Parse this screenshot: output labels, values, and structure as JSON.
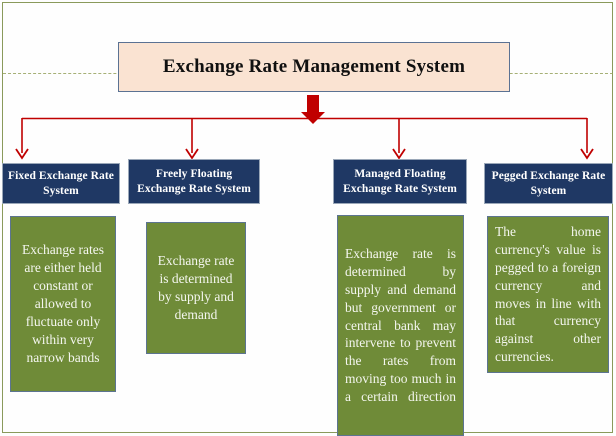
{
  "diagram": {
    "title": "Exchange Rate Management System",
    "colors": {
      "title_fill": "#FAE3D2",
      "title_border": "#5B7293",
      "header_fill": "#1F3864",
      "header_text": "#FFFFFF",
      "body_fill": "#6F8B38",
      "body_text": "#F4F6EF",
      "connector": "#C00000",
      "frame": "#8A9A5B"
    },
    "branches": [
      {
        "header": "Fixed Exchange Rate System",
        "body": "Exchange rates are either held constant or allowed to fluctuate only within very narrow bands",
        "align": "center"
      },
      {
        "header": "Freely Floating Exchange Rate System",
        "body": "Exchange rate is determined by supply and demand",
        "align": "center"
      },
      {
        "header": "Managed Floating Exchange Rate System",
        "body": "Exchange rate is determined by supply and demand but government or central bank may intervene to prevent the rates from moving too much in a certain direction",
        "align": "justify"
      },
      {
        "header": "Pegged Exchange Rate System",
        "body": "The home currency's value is pegged to a foreign currency and moves in line with that currency against other currencies.",
        "align": "justify"
      }
    ]
  }
}
